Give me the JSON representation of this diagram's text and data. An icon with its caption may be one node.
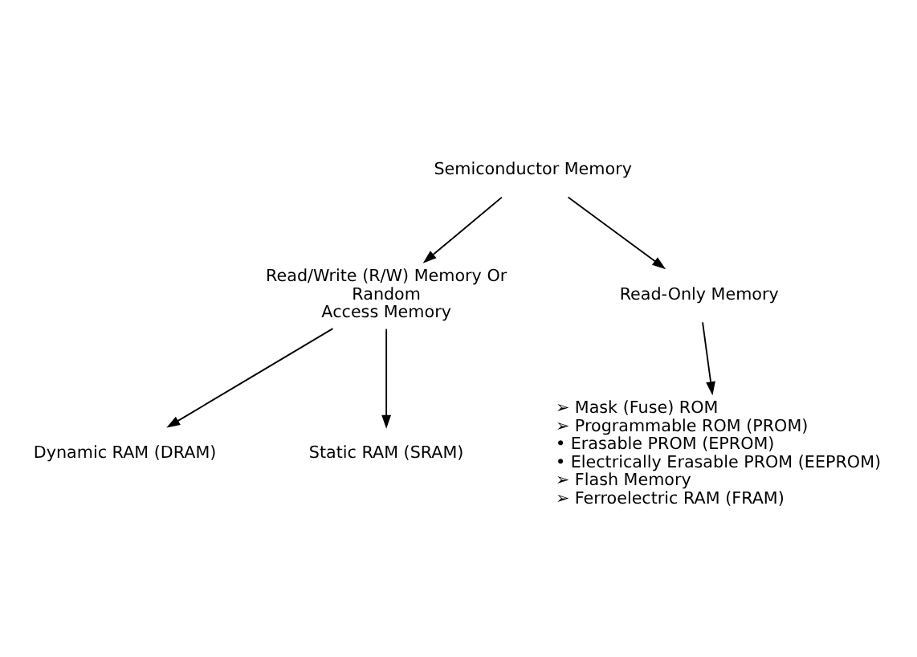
{
  "diagram": {
    "nodes": [
      {
        "text": [
          "Semiconductor Memory"
        ]
      },
      {
        "text": [
          "Read/Write (R/W) Memory Or Random Access Memory"
        ]
      },
      {
        "text": [
          "Read-Only Memory"
        ]
      },
      {
        "text": [
          "Dynamic RAM (DRAM)"
        ]
      },
      {
        "text": [
          "Static RAM (SRAM)"
        ]
      },
      {
        "text": [
          "➢ Mask (Fuse) ROM",
          "➢ Programmable ROM (PROM)",
          "• Erasable PROM (EPROM)",
          "• Electrically Erasable PROM (EEPROM)",
          "➢ Flash Memory",
          "➢ Ferroelectric RAM (FRAM)"
        ]
      }
    ],
    "edges": [
      {
        "from": 0,
        "to": 1,
        "arrow": "to"
      },
      {
        "from": 0,
        "to": 2,
        "arrow": "to"
      },
      {
        "from": 1,
        "to": 3,
        "arrow": "to"
      },
      {
        "from": 1,
        "to": 4,
        "arrow": "to"
      },
      {
        "from": 2,
        "to": 5,
        "arrow": "to"
      }
    ]
  }
}
